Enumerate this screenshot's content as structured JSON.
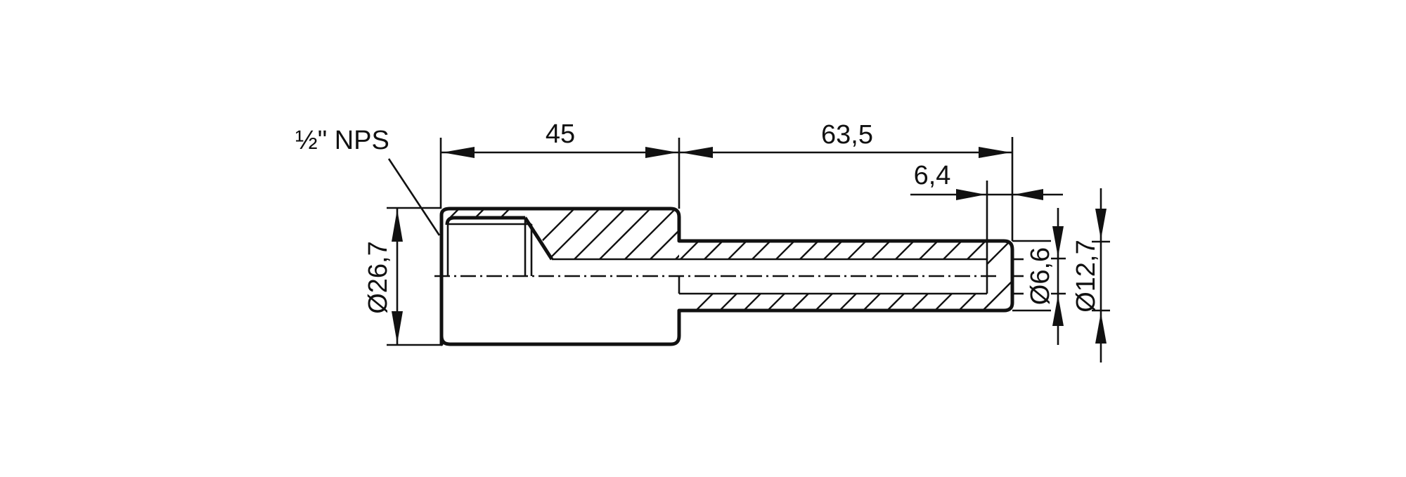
{
  "drawing": {
    "type": "technical-drawing",
    "view": "section",
    "background": "#ffffff",
    "line_color": "#111111",
    "thread_callout": "½\" NPS",
    "dimensions": {
      "body_length": "45",
      "tube_length": "63,5",
      "end_cap_length": "6,4",
      "body_diameter": "Ø26,7",
      "bore_diameter": "Ø6,6",
      "tube_diameter": "Ø12,7"
    }
  }
}
